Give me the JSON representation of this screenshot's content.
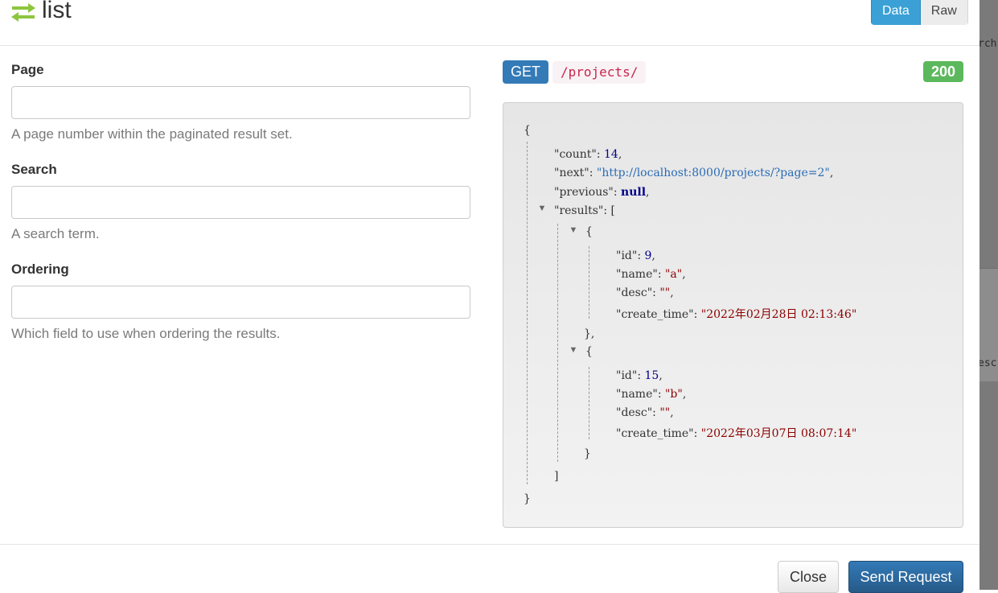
{
  "header": {
    "title": "list",
    "format_toggle": {
      "data_label": "Data",
      "raw_label": "Raw"
    }
  },
  "form": {
    "fields": [
      {
        "label": "Page",
        "value": "",
        "help": "A page number within the paginated result set."
      },
      {
        "label": "Search",
        "value": "",
        "help": "A search term."
      },
      {
        "label": "Ordering",
        "value": "",
        "help": "Which field to use when ordering the results."
      }
    ]
  },
  "request": {
    "method": "GET",
    "path": "/projects/",
    "status": "200"
  },
  "response": {
    "count_key": "\"count\"",
    "count": "14",
    "next_key": "\"next\"",
    "next": "\"http://localhost:8000/projects/?page=2\"",
    "previous_key": "\"previous\"",
    "previous": "null",
    "results_key": "\"results\"",
    "results": [
      {
        "id": "9",
        "name": "\"a\"",
        "desc": "\"\"",
        "create_time": "\"2022年02月28日 02:13:46\""
      },
      {
        "id": "15",
        "name": "\"b\"",
        "desc": "\"\"",
        "create_time": "\"2022年03月07日 08:07:14\""
      }
    ],
    "keys": {
      "id": "\"id\"",
      "name": "\"name\"",
      "desc": "\"desc\"",
      "create_time": "\"create_time\""
    }
  },
  "footer": {
    "close_label": "Close",
    "send_label": "Send Request"
  },
  "backdrop": {
    "text_top": "rch",
    "text_mid": "esc"
  },
  "colors": {
    "method": "#337ab7",
    "status": "#5cb85c",
    "send": "#337ab7",
    "string": "#8b0000",
    "number": "#00008b"
  },
  "icons": {
    "title": "swap-arrows-icon",
    "toggle": "triangle-down-icon"
  }
}
